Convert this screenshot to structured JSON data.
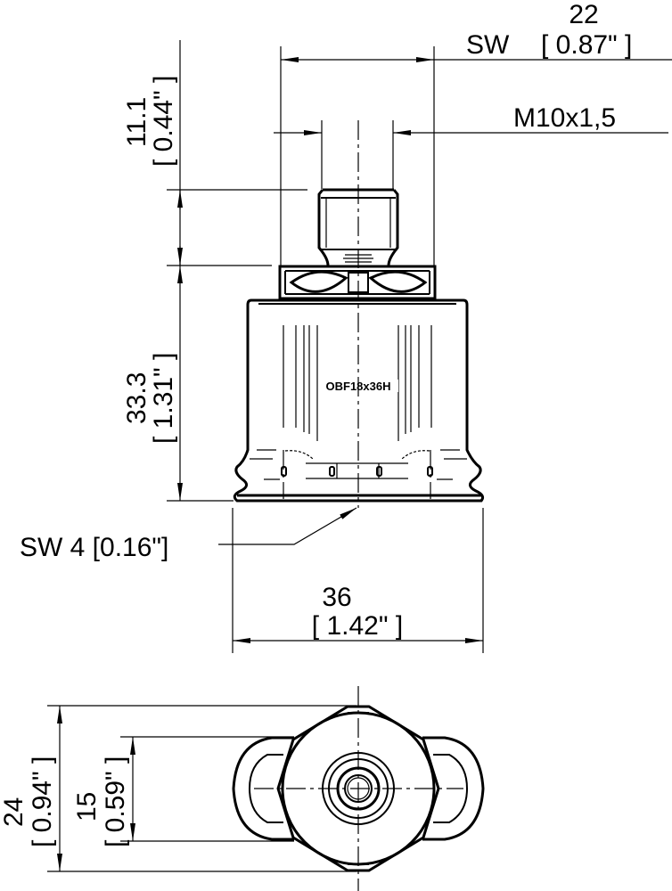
{
  "drawing": {
    "type": "technical-dimension-drawing",
    "subject": "suction cup with threaded connection (side view and top view)",
    "part_label": "OBF18x36H",
    "colors": {
      "line": "#000000",
      "background": "#ffffff"
    }
  },
  "dimensions": {
    "hex_width": {
      "prefix": "SW",
      "value": "22",
      "inch": "[ 0.87\" ]"
    },
    "thread": {
      "value": "M10x1,5"
    },
    "thread_height": {
      "value": "11.1",
      "inch": "[ 0.44\" ]"
    },
    "body_height": {
      "value": "33.3",
      "inch": "[ 1.31\" ]"
    },
    "inner_hex": {
      "text": "SW 4 [0.16\"]"
    },
    "diameter": {
      "value": "36",
      "inch": "[ 1.42\" ]"
    },
    "top_view_width": {
      "value": "24",
      "inch": "[ 0.94\" ]"
    },
    "top_view_inner": {
      "value": "15",
      "inch": "[ 0.59\" ]"
    }
  }
}
